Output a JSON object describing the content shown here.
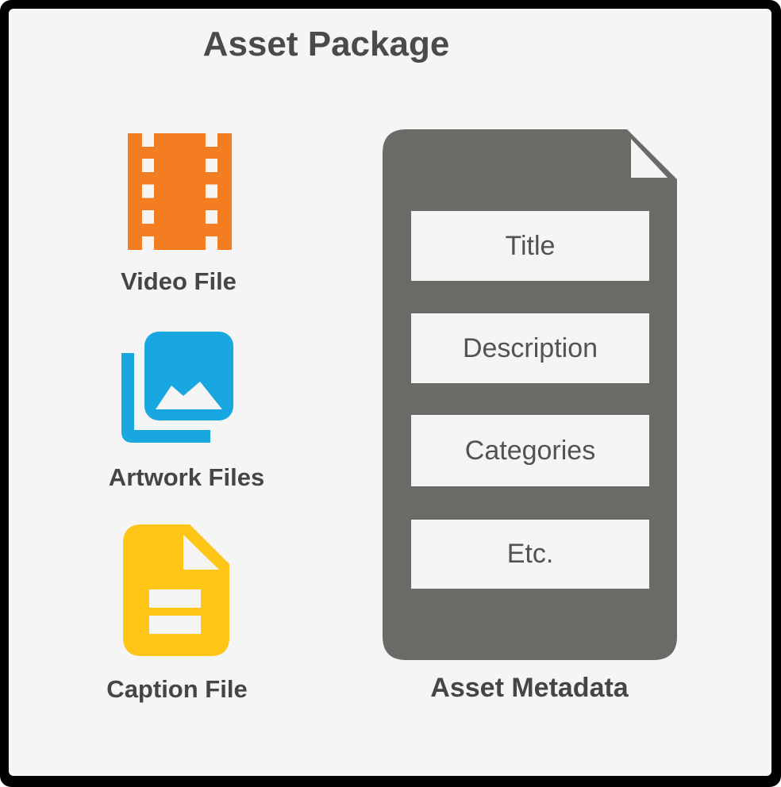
{
  "title": "Asset Package",
  "colors": {
    "background": "#F5F5F5",
    "frame": "#000000",
    "video_orange": "#F47D21",
    "artwork_blue": "#18A7E0",
    "caption_yellow": "#FFC517",
    "metadata_gray": "#6B6A66",
    "text_dark": "#4A4A4C",
    "text_medium": "#525255"
  },
  "assets": [
    {
      "label": "Video File",
      "icon": "film-strip-icon",
      "color": "#F47D21"
    },
    {
      "label": "Artwork Files",
      "icon": "image-stack-icon",
      "color": "#18A7E0"
    },
    {
      "label": "Caption File",
      "icon": "caption-doc-icon",
      "color": "#FFC517"
    }
  ],
  "metadata": {
    "label": "Asset Metadata",
    "fields": [
      "Title",
      "Description",
      "Categories",
      "Etc."
    ]
  }
}
